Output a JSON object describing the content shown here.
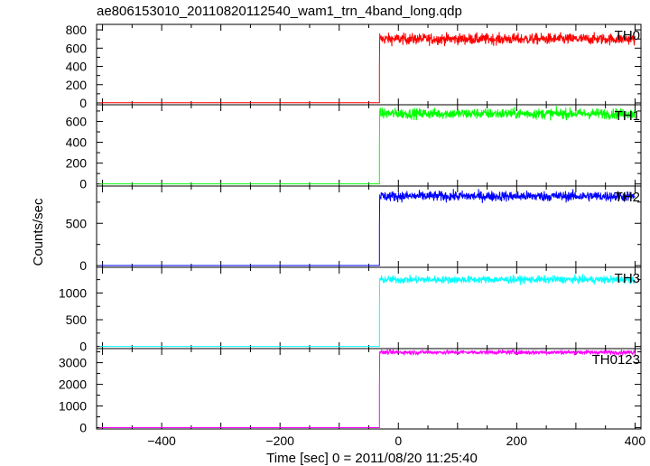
{
  "chart_data": {
    "type": "line",
    "title": "ae806153010_20110820112540_wam1_trn_4band_long.qdp",
    "xlabel": "Time [sec] 0 = 2011/08/20 11:25:40",
    "ylabel": "Counts/sec",
    "xlim": [
      -510,
      410
    ],
    "x_ticks": [
      -400,
      -200,
      0,
      200,
      400
    ],
    "x_tick_labels": [
      "−400",
      "−200",
      "0",
      "200",
      "400"
    ],
    "step_time": -32,
    "x_end": 400,
    "panels": [
      {
        "name": "TH0",
        "color": "#ff0000",
        "ylim": [
          -20,
          860
        ],
        "yticks": [
          0,
          200,
          400,
          600,
          800
        ],
        "baseline": 2,
        "level": 700,
        "peak": 760,
        "noise": 30
      },
      {
        "name": "TH1",
        "color": "#00ff00",
        "ylim": [
          -20,
          760
        ],
        "yticks": [
          0,
          200,
          400,
          600
        ],
        "baseline": 1,
        "level": 675,
        "peak": 690,
        "noise": 25
      },
      {
        "name": "TH2",
        "color": "#0000ff",
        "ylim": [
          -20,
          940
        ],
        "yticks": [
          0,
          500
        ],
        "baseline": 2,
        "level": 820,
        "peak": 840,
        "noise": 30
      },
      {
        "name": "TH3",
        "color": "#00ffff",
        "ylim": [
          -40,
          1480
        ],
        "yticks": [
          0,
          500,
          1000
        ],
        "baseline": 1,
        "level": 1250,
        "peak": 1270,
        "noise": 35
      },
      {
        "name": "TH0123",
        "color": "#ff00ff",
        "ylim": [
          -60,
          3650
        ],
        "yticks": [
          0,
          1000,
          2000,
          3000
        ],
        "baseline": 4,
        "level": 3480,
        "peak": 3520,
        "noise": 50
      }
    ]
  }
}
